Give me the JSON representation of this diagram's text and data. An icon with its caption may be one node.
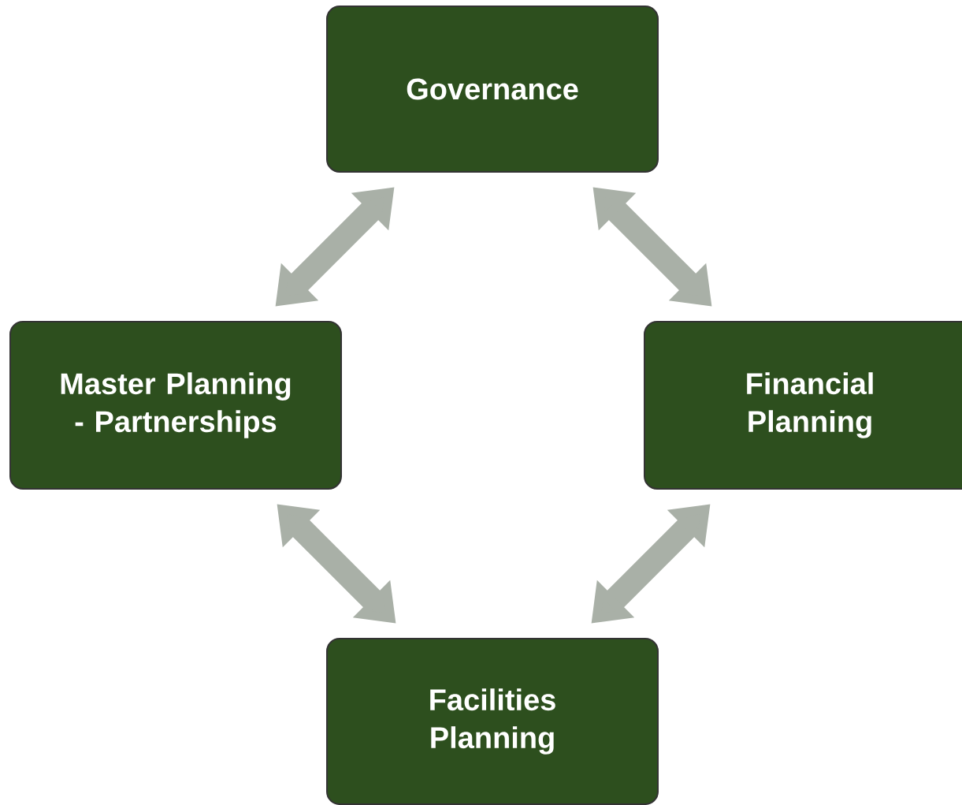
{
  "diagram": {
    "nodes": [
      {
        "text": [
          "Governance"
        ]
      },
      {
        "text": [
          "Master Planning - Partnerships"
        ]
      },
      {
        "text": [
          "Financial Planning"
        ]
      },
      {
        "text": [
          "Facilities Planning"
        ]
      }
    ],
    "edges": [
      {
        "from": 0,
        "to": 1,
        "arrow": "both"
      },
      {
        "from": 0,
        "to": 2,
        "arrow": "both"
      },
      {
        "from": 1,
        "to": 3,
        "arrow": "both"
      },
      {
        "from": 2,
        "to": 3,
        "arrow": "both"
      }
    ]
  }
}
